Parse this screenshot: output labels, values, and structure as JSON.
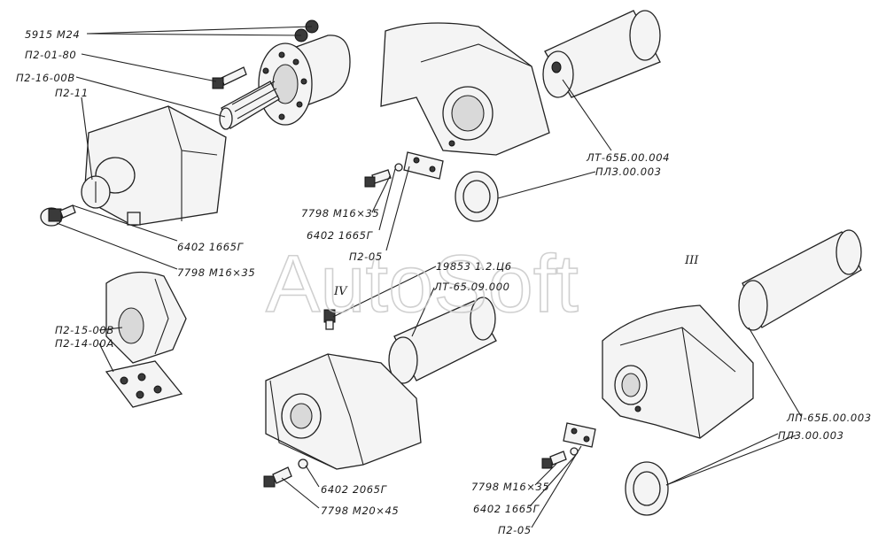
{
  "watermark": "AutoSoft",
  "section_marks": [
    "III",
    "IV"
  ],
  "labels": [
    "5915 М24",
    "П2-01-80",
    "П2-16-00В",
    "П2-11",
    "6402 1665Г",
    "7798 М16×35",
    "П2-15-00В",
    "П2-14-00А",
    "7798 М16×35",
    "6402 1665Г",
    "П2-05",
    "19853 1.2.Ц6",
    "ЛТ-65.09.000",
    "ЛТ-65Б.00.004",
    "ПЛЗ.00.003",
    "6402 2065Г",
    "7798 М20×45",
    "ЛП-65Б.00.003",
    "ПЛЗ.00.003",
    "7798 М16×35",
    "6402 1665Г",
    "П2-05"
  ]
}
